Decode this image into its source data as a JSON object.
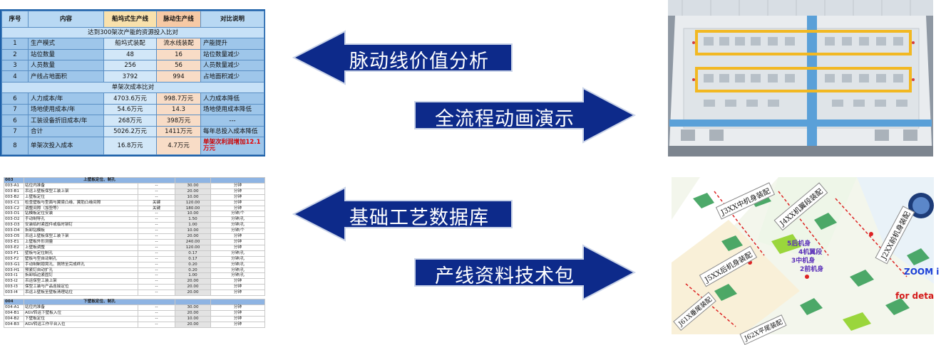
{
  "comparison_table": {
    "headers": [
      "序号",
      "内容",
      "船坞式生产线",
      "脉动生产线",
      "对比说明"
    ],
    "section1_title": "达到300架次产能的资源投入比对",
    "section2_title": "单架次成本比对",
    "rows_section1": [
      {
        "no": "1",
        "item": "生产模式",
        "a": "船坞式装配",
        "b": "流水线装配",
        "note": "产能提升"
      },
      {
        "no": "2",
        "item": "站位数量",
        "a": "48",
        "b": "16",
        "note": "站位数量减少"
      },
      {
        "no": "3",
        "item": "人员数量",
        "a": "256",
        "b": "56",
        "note": "人员数量减少"
      },
      {
        "no": "4",
        "item": "产线占地面积",
        "a": "3792",
        "b": "994",
        "note": "占地面积减少"
      }
    ],
    "rows_section2": [
      {
        "no": "6",
        "item": "人力成本/年",
        "a": "4703.6万元",
        "b": "998.7万元",
        "note": "人力成本降低"
      },
      {
        "no": "7",
        "item": "场地使用成本/年",
        "a": "54.6万元",
        "b": "14.3",
        "note": "场地使用成本降低"
      },
      {
        "no": "6",
        "item": "工装设备折旧成本/年",
        "a": "268万元",
        "b": "398万元",
        "note": "---"
      },
      {
        "no": "7",
        "item": "合计",
        "a": "5026.2万元",
        "b": "1411万元",
        "note": "每年总投入成本降低"
      }
    ],
    "last_row": {
      "no": "8",
      "item": "单架次投入成本",
      "a": "16.8万元",
      "b": "4.7万元",
      "note_prefix": "单架次利润增加",
      "note_value": "12.1万元"
    }
  },
  "arrows": {
    "pulse_value": "脉动线价值分析",
    "full_animation": "全流程动画演示",
    "process_db": "基础工艺数据库",
    "tech_package": "产线资料技术包"
  },
  "colors": {
    "arrow_fill": "#0d2a8a",
    "arrow_border": "#c9d3e8",
    "table_frame": "#1c5fa8"
  },
  "process_sheet": {
    "group1": {
      "code": "003",
      "title": "上壁板定位、制孔"
    },
    "group1_rows": [
      {
        "id": "003-A1",
        "desc": "站位内准备",
        "flag": "--",
        "time": "30.00",
        "unit": "分钟"
      },
      {
        "id": "003-B1",
        "desc": "吊运上壁板保型工装上架",
        "flag": "--",
        "time": "20.00",
        "unit": "分钟"
      },
      {
        "id": "003-B2",
        "desc": "上壁板定位",
        "flag": "--",
        "time": "10.00",
        "unit": "分钟"
      },
      {
        "id": "003-C1",
        "desc": "检查壁板与型面与翼梁凸缘、翼肋凸缘间隙",
        "flag": "关键",
        "time": "120.00",
        "unit": "分钟"
      },
      {
        "id": "003-C2",
        "desc": "调整间隙（加垫等）",
        "flag": "关键",
        "time": "180.00",
        "unit": "分钟"
      },
      {
        "id": "003-D1",
        "desc": "钻模板定位安装",
        "flag": "--",
        "time": "10.00",
        "unit": "分钟/个"
      },
      {
        "id": "003-D2",
        "desc": "手动制导孔",
        "flag": "--",
        "time": "1.50",
        "unit": "分钟/孔"
      },
      {
        "id": "003-D3",
        "desc": "安装临时紧固件或临时铆钉",
        "flag": "--",
        "time": "1.00",
        "unit": "分钟/孔"
      },
      {
        "id": "003-D4",
        "desc": "拆卸钻模板",
        "flag": "--",
        "time": "10.00",
        "unit": "分钟/个"
      },
      {
        "id": "003-D5",
        "desc": "吊运上壁板保型工装下架",
        "flag": "--",
        "time": "20.00",
        "unit": "分钟"
      },
      {
        "id": "003-E1",
        "desc": "上壁板外形测量",
        "flag": "--",
        "time": "240.00",
        "unit": "分钟"
      },
      {
        "id": "003-E2",
        "desc": "上壁板调整",
        "flag": "--",
        "time": "120.00",
        "unit": "分钟"
      },
      {
        "id": "003-F1",
        "desc": "壁板与定位制孔",
        "flag": "--",
        "time": "0.17",
        "unit": "分钟/孔"
      },
      {
        "id": "003-F2",
        "desc": "壁板与型自动制孔",
        "flag": "--",
        "time": "0.17",
        "unit": "分钟/孔"
      },
      {
        "id": "003-G1",
        "desc": "手动制制锪窝孔、厕除至完成终孔",
        "flag": "--",
        "time": "0.20",
        "unit": "分钟/孔"
      },
      {
        "id": "003-H1",
        "desc": "预紧钉自动扩孔",
        "flag": "--",
        "time": "0.20",
        "unit": "分钟/孔"
      },
      {
        "id": "003-I1",
        "desc": "拆卸临边紧固钉",
        "flag": "--",
        "time": "1.00",
        "unit": "分钟/孔"
      },
      {
        "id": "003-I2",
        "desc": "吊运保型工装上架",
        "flag": "--",
        "time": "20.00",
        "unit": "分钟"
      },
      {
        "id": "003-I3",
        "desc": "保型工装与产品连接定位",
        "flag": "--",
        "time": "20.00",
        "unit": "分钟"
      },
      {
        "id": "003-I4",
        "desc": "吊运上壁板至壁板清理站位",
        "flag": "--",
        "time": "20.00",
        "unit": "分钟"
      }
    ],
    "group2": {
      "code": "004",
      "title": "下壁板定位、制孔"
    },
    "group2_rows": [
      {
        "id": "004-A1",
        "desc": "站位内准备",
        "flag": "--",
        "time": "30.00",
        "unit": "分钟"
      },
      {
        "id": "004-B1",
        "desc": "AGV转运下壁板入位",
        "flag": "--",
        "time": "20.00",
        "unit": "分钟"
      },
      {
        "id": "004-B2",
        "desc": "下壁板定位",
        "flag": "--",
        "time": "10.00",
        "unit": "分钟"
      },
      {
        "id": "004-B3",
        "desc": "AGV转运工作平台入位",
        "flag": "--",
        "time": "20.00",
        "unit": "分钟"
      }
    ]
  },
  "assembly_diagram": {
    "labels": [
      "J3XX中机身装配",
      "J4XX机翼段装配",
      "J2XX前机身装配",
      "J5XX后机身装配",
      "J61X垂尾装配",
      "J62X平尾装配"
    ],
    "notes": [
      "5后机身",
      "4机翼段",
      "3中机身",
      "2前机身"
    ],
    "zoom_text": "ZOOM i",
    "detail_text": "for deta"
  }
}
